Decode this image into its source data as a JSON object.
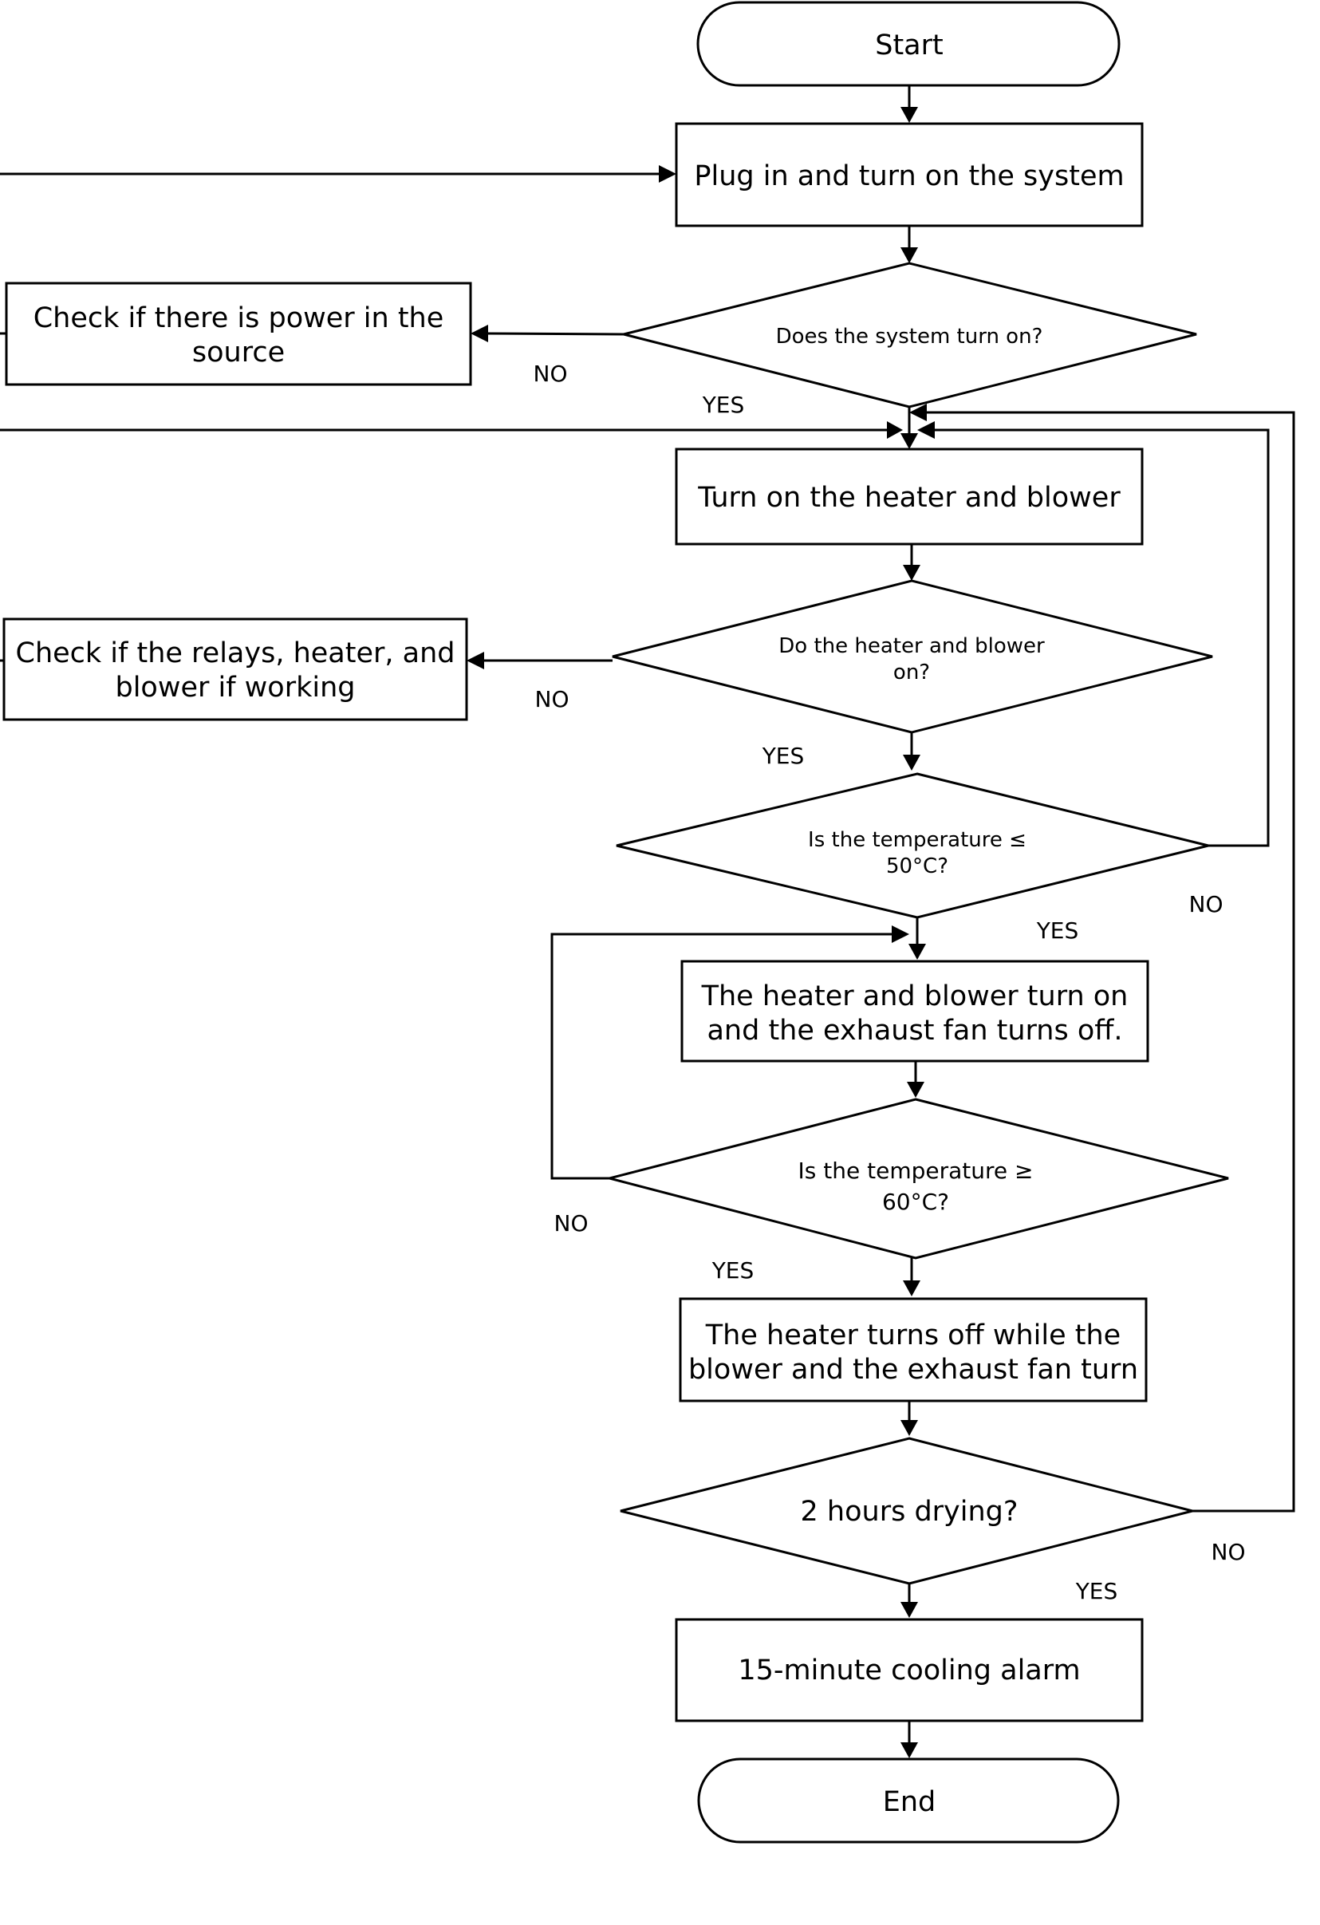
{
  "nodes": {
    "start": {
      "text": "Start"
    },
    "plug_in": {
      "text": "Plug in and turn on the system"
    },
    "check_power": {
      "line1": "Check if there is power in the",
      "line2": "source"
    },
    "system_on": {
      "text": "Does the system turn on?"
    },
    "heater_blower_on": {
      "text": "Turn on the heater and blower"
    },
    "check_relays": {
      "line1": "Check if the relays, heater, and",
      "line2": "blower if working"
    },
    "heater_blower_check": {
      "line1": "Do the heater and blower",
      "line2": "on?"
    },
    "temp_le_50": {
      "line1": "Is the temperature  ≤",
      "line2": "50°C?"
    },
    "exhaust_off": {
      "line1": "The heater and blower turn on",
      "line2": "and the exhaust fan turns off."
    },
    "temp_ge_60": {
      "line1": "Is the temperature ≥",
      "line2": "60°C?"
    },
    "heater_off": {
      "line1": "The heater turns off while the",
      "line2": "blower and the exhaust fan turn"
    },
    "drying": {
      "text": "2 hours drying?"
    },
    "cooling_alarm": {
      "text": "15-minute cooling alarm"
    },
    "end": {
      "text": "End"
    }
  },
  "edges": {
    "system_on_no": "NO",
    "system_on_yes": "YES",
    "heater_check_no": "NO",
    "heater_check_yes": "YES",
    "temp50_no": "NO",
    "temp50_yes": "YES",
    "temp60_no": "NO",
    "temp60_yes": "YES",
    "drying_no": "NO",
    "drying_yes": "YES"
  }
}
